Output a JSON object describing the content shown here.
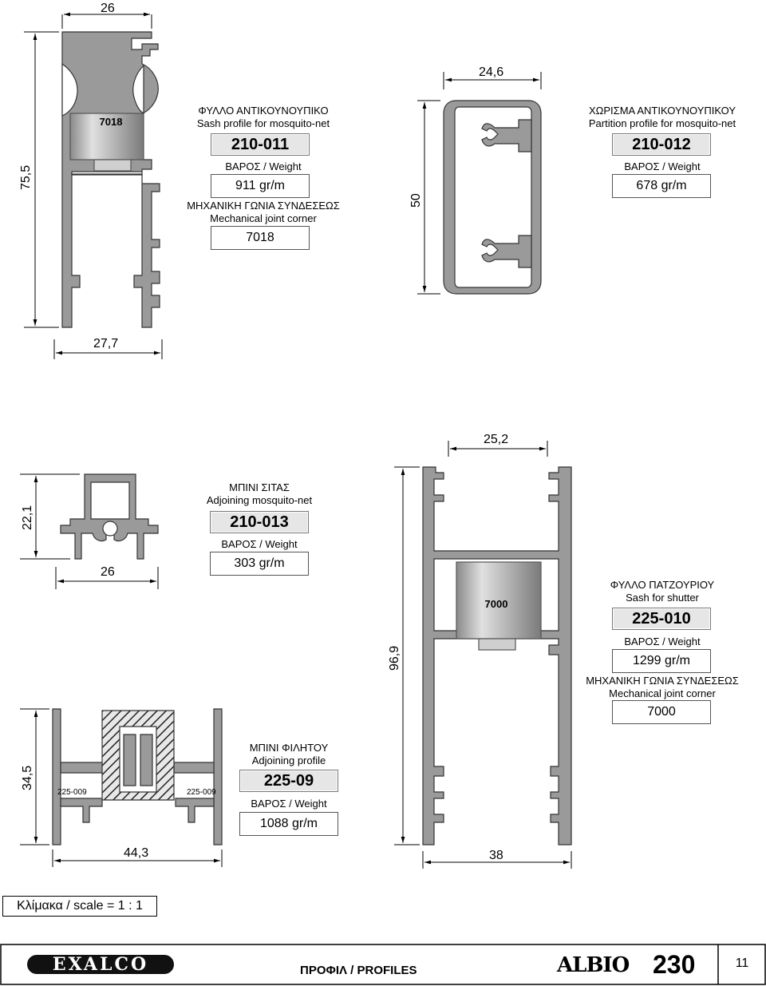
{
  "profiles": [
    {
      "id": "p1",
      "title_gr": "ΦΥΛΛΟ ΑΝΤΙΚΟΥΝΟΥΠΙΚΟ",
      "title_en": "Sash profile for mosquito-net",
      "code": "210-011",
      "weight_label_gr": "ΒΑΡΟΣ",
      "weight_label_en": "Weight",
      "weight": "911  gr/m",
      "joint_gr": "ΜΗΧΑΝΙΚΗ ΓΩΝΙΑ ΣΥΝΔΕΣΕΩΣ",
      "joint_en": "Mechanical joint corner",
      "joint": "7018",
      "insert_label": "7018",
      "dim_width": "26",
      "dim_height": "75,5",
      "dim_bottom": "27,7"
    },
    {
      "id": "p2",
      "title_gr": "ΧΩΡΙΣΜΑ ΑΝΤΙΚΟΥΝΟΥΠΙΚΟΥ",
      "title_en": "Partition profile for mosquito-net",
      "code": "210-012",
      "weight_label_gr": "ΒΑΡΟΣ",
      "weight_label_en": "Weight",
      "weight": "678  gr/m",
      "dim_width": "24,6",
      "dim_height": "50"
    },
    {
      "id": "p3",
      "title_gr": "ΜΠΙΝΙ ΣΙΤΑΣ",
      "title_en": "Adjoining mosquito-net",
      "code": "210-013",
      "weight_label_gr": "ΒΑΡΟΣ",
      "weight_label_en": "Weight",
      "weight": "303  gr/m",
      "dim_width": "26",
      "dim_height": "22,1"
    },
    {
      "id": "p4",
      "title_gr": "ΦΥΛΛΟ ΠΑΤΖΟΥΡΙΟΥ",
      "title_en": "Sash for shutter",
      "code": "225-010",
      "weight_label_gr": "ΒΑΡΟΣ",
      "weight_label_en": "Weight",
      "weight": "1299  gr/m",
      "joint_gr": "ΜΗΧΑΝΙΚΗ ΓΩΝΙΑ ΣΥΝΔΕΣΕΩΣ",
      "joint_en": "Mechanical joint corner",
      "joint": "7000",
      "insert_label": "7000",
      "dim_width": "25,2",
      "dim_height": "96,9",
      "dim_bottom": "38"
    },
    {
      "id": "p5",
      "title_gr": "ΜΠΙΝΙ ΦΙΛΗΤΟΥ",
      "title_en": "Adjoining profile",
      "code": "225-09",
      "weight_label_gr": "ΒΑΡΟΣ",
      "weight_label_en": "Weight",
      "weight": "1088  gr/m",
      "side_label_left": "225-009",
      "side_label_right": "225-009",
      "dim_height": "34,5",
      "dim_bottom": "44,3"
    }
  ],
  "scale": "Κλίμακα / scale  = 1 : 1",
  "footer": {
    "brand": "EXALCO",
    "section": "ΠΡΟΦΙΛ / PROFILES",
    "series_name": "ALBIO",
    "series_number": "230",
    "page": "11"
  },
  "colors": {
    "profile_fill": "#9a9a9a",
    "profile_stroke": "#333333",
    "insert_fill": "#b8b8b8",
    "code_box_fill": "#e6e6e6"
  }
}
